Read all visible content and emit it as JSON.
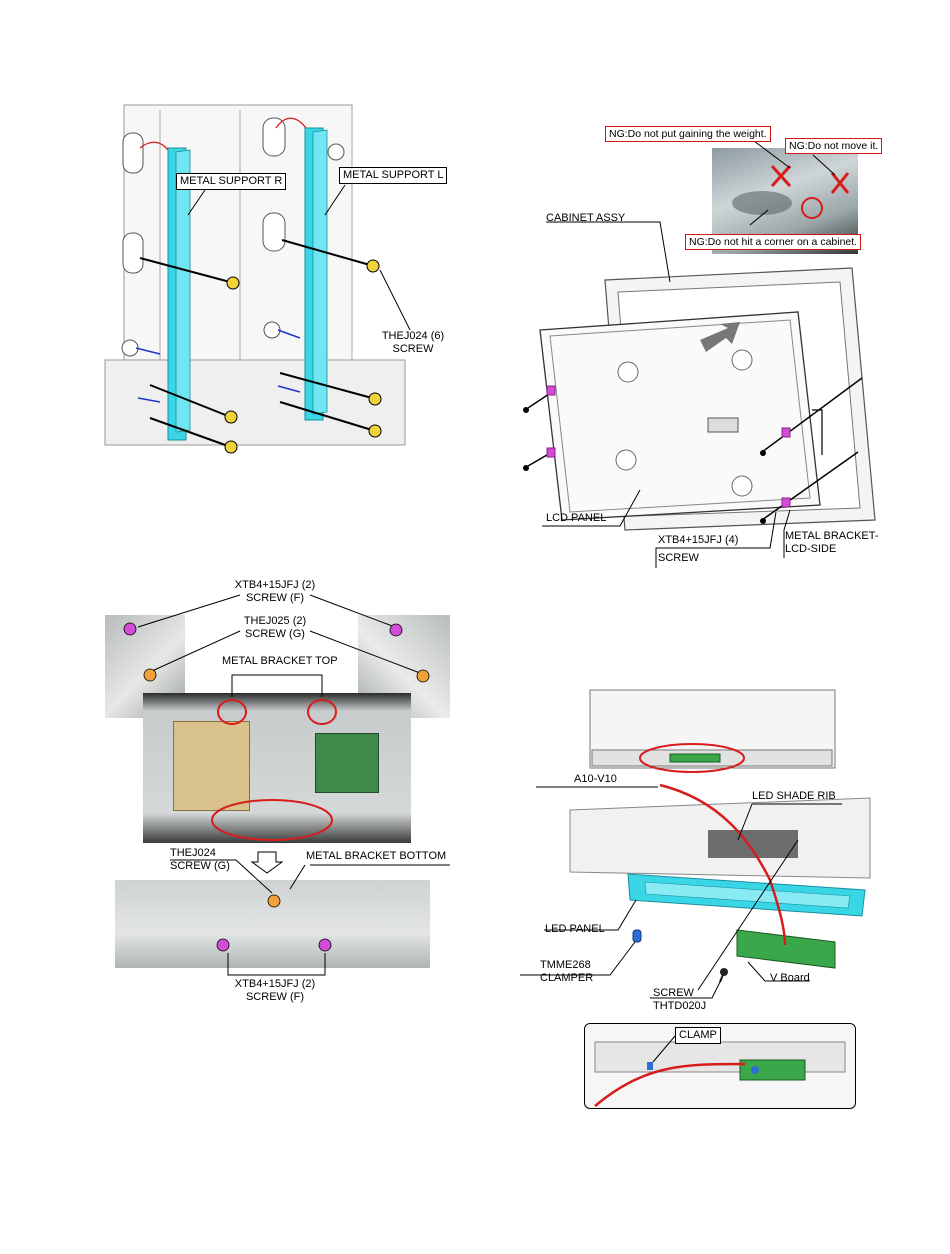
{
  "step_metal_support": {
    "metal_support_r": "METAL SUPPORT R",
    "metal_support_l": "METAL SUPPORT L",
    "screw_part": "THEJ024 (6)",
    "screw_label": "SCREW"
  },
  "step_cabinet": {
    "ng_weight": "NG:Do not put gaining the weight.",
    "ng_move": "NG:Do not move it.",
    "ng_corner": "NG:Do not hit a corner on a cabinet.",
    "cabinet_assy": "CABINET ASSY",
    "lcd_panel": "LCD PANEL",
    "screw_part": "XTB4+15JFJ (4)",
    "screw_label": "SCREW",
    "bracket_line1": "METAL BRACKET-",
    "bracket_line2": "LCD-SIDE"
  },
  "step_brackets": {
    "screw_f_part": "XTB4+15JFJ (2)",
    "screw_f_label": "SCREW (F)",
    "screw_g_part": "THEJ025 (2)",
    "screw_g_label": "SCREW (G)",
    "bracket_top": "METAL BRACKET TOP",
    "thej024_part": "THEJ024",
    "thej024_label": "SCREW (G)",
    "bracket_bottom": "METAL BRACKET BOTTOM",
    "bottom_screw_part": "XTB4+15JFJ (2)",
    "bottom_screw_label": "SCREW (F)"
  },
  "step_led": {
    "a10_v10": "A10-V10",
    "led_shade_rib": "LED SHADE RIB",
    "led_panel": "LED PANEL",
    "clamper_part": "TMME268",
    "clamper_label": "CLAMPER",
    "v_board": "V Board",
    "screw_label": "SCREW",
    "screw_part": "THTD020J",
    "clamp": "CLAMP"
  },
  "colors": {
    "support_cyan": "#39d6e6",
    "bracket_magenta": "#d24cd8",
    "screw_orange": "#f2a13a",
    "ng_red": "#d01818",
    "board_green": "#3aa84a",
    "wire_red": "#d81c1c"
  }
}
